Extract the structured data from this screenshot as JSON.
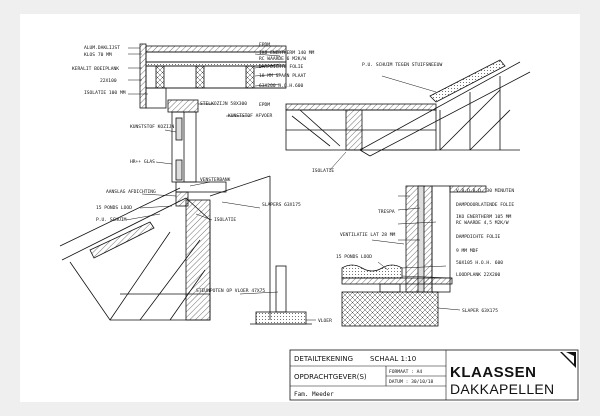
{
  "labels": {
    "aluminium_kaplijst": "ALUM.DAKLIJST",
    "klos": "KLOS 70 MM",
    "keralit": "KERALIT BOEIPLANK",
    "balk_22x100": "22X100",
    "isolatie_100": "ISOLATIE 100 MM",
    "epdm_top": "EPDM",
    "enertherm_140": "IKO ENERTHERM 140 MM",
    "rc_waarde_6": "RC WAARDE 6 M2K/W",
    "dampdichte_folie_top": "DAMPDICHTE FOLIE",
    "spaanplaat": "18 MM SPAAN PLAAT",
    "balk_63x200": "63X200 H.O.H.600",
    "stelkozijn": "STELKOZIJN 58X300",
    "epdm_mid": "EPDM",
    "kunststof_afvoer": "KUNSTSTOF AFVOER",
    "kunststof_kozijn": "KUNSTSTOF KOZIJN",
    "hr_glas": "HR++ GLAS",
    "vensterbank": "VENSTERBANK",
    "aanslag": "AANSLAG AFDICHTING",
    "ponds_lood_1": "15 PONDS LOOD",
    "pu_schuim_left": "P.U. SCHUIM",
    "isolatie_left": "ISOLATIE",
    "pu_schuim_right": "P.U. SCHUIM TEGEN STUIFSNEEUW",
    "isolatie_mid": "ISOLATIE",
    "slapers": "SLAPERS 63X175",
    "vbdbd": "V.B.D.B.D. 30 MINUTEN",
    "dampdoorlatende": "DAMPDOORLATENDE FOLIE",
    "trespa": "TRESPA",
    "enertherm_105": "IKO ENERTHERM 105 MM",
    "rc_waarde_45": "RC WAARDE 4,5 M2K/W",
    "dampdichte_folie_right": "DAMPDICHTE FOLIE",
    "ventilatie": "VENTILATIE LAT 28 MM",
    "mdf": "9 MM MDF",
    "ponds_lood_2": "15 PONDS LOOD",
    "balk_50x105": "50X105 H.O.H. 600",
    "loodplank": "LOODPLANK 22X200",
    "steunpoten": "STEUNPOTEN OP VLOER 47X75",
    "vloer": "VLOER",
    "slaper_bottom": "SLAPER 63X175"
  },
  "title_block": {
    "detail": "DETAILTEKENING",
    "schaal": "SCHAAL 1:10",
    "formaat": "FORMAAT : A4",
    "opdrachtgever": "OPDRACHTGEVER(S)",
    "datum": "DATUM : 30/10/18",
    "client": "Fam. Meeder",
    "brand_top": "KLAASSEN",
    "brand_bottom": "DAKKAPELLEN"
  },
  "colors": {
    "ink": "#111111",
    "paper": "#ffffff",
    "background": "#efefef"
  }
}
